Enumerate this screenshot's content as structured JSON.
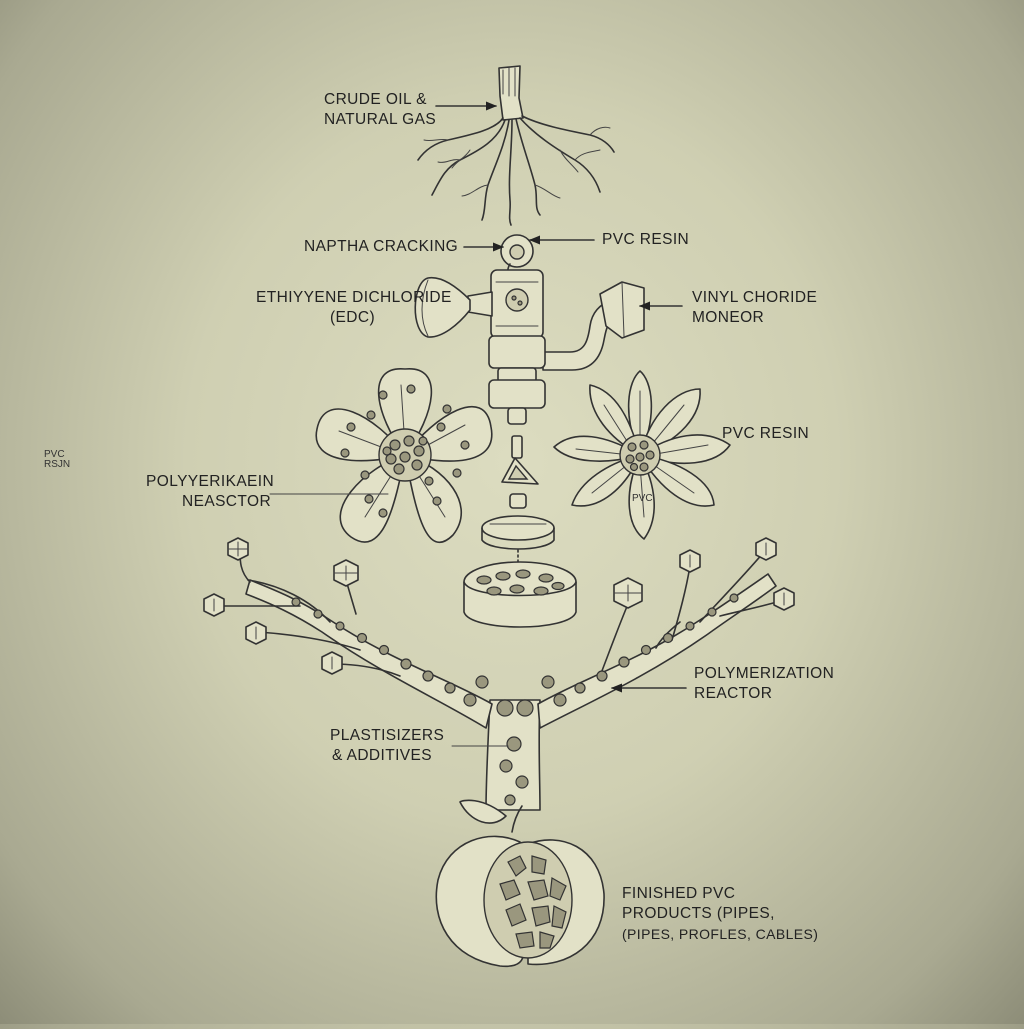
{
  "labels": {
    "crude_oil": [
      "CRUDE OIL &",
      "NATURAL GAS"
    ],
    "naptha": "NAPTHA CRACKING",
    "pvc_resin_top": "PVC RESIN",
    "edc": [
      "ETHIYYENE DICHLORIDE",
      "(EDC)"
    ],
    "vinyl": [
      "VINYL CHORIDE",
      "MONEOR"
    ],
    "pvc_resin_right": "PVC RESIN",
    "polyvery": [
      "POLYYERIKAEIN",
      "NEASCTOR"
    ],
    "polymerization": [
      "POLYMERIZATION",
      "REACTOR"
    ],
    "plastisizers": [
      "PLASTISIZERS",
      "& ADDITIVES"
    ],
    "finished": [
      "FINISHED PVC",
      "PRODUCTS (PIPES,",
      "(PIPES, PROFLES, CABLES)"
    ]
  },
  "flower_text": {
    "pvc": "PVC",
    "pvc_small": "PVC",
    "resin_small": "RSJN"
  }
}
